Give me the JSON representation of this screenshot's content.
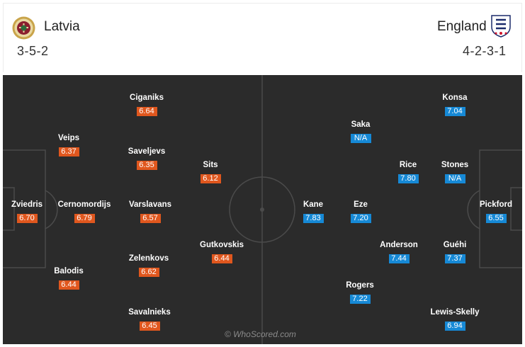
{
  "home": {
    "name": "Latvia",
    "formation": "3-5-2",
    "crest": "latvia-crest-icon"
  },
  "away": {
    "name": "England",
    "formation": "4-2-3-1",
    "crest": "england-crest-icon"
  },
  "colors": {
    "pitch": "#2b2b2b",
    "home_rating": "#e0571e",
    "away_rating": "#1689d6"
  },
  "players_home": [
    {
      "name": "Zviedris",
      "rating": "6.70"
    },
    {
      "name": "Veips",
      "rating": "6.37"
    },
    {
      "name": "Cernomordijs",
      "rating": "6.79"
    },
    {
      "name": "Balodis",
      "rating": "6.44"
    },
    {
      "name": "Ciganiks",
      "rating": "6.64"
    },
    {
      "name": "Saveljevs",
      "rating": "6.35"
    },
    {
      "name": "Varslavans",
      "rating": "6.57"
    },
    {
      "name": "Zelenkovs",
      "rating": "6.62"
    },
    {
      "name": "Savalnieks",
      "rating": "6.45"
    },
    {
      "name": "Sits",
      "rating": "6.12"
    },
    {
      "name": "Gutkovskis",
      "rating": "6.44"
    }
  ],
  "players_away": [
    {
      "name": "Pickford",
      "rating": "6.55"
    },
    {
      "name": "Konsa",
      "rating": "7.04"
    },
    {
      "name": "Stones",
      "rating": "N/A"
    },
    {
      "name": "Guéhi",
      "rating": "7.37"
    },
    {
      "name": "Lewis-Skelly",
      "rating": "6.94"
    },
    {
      "name": "Rice",
      "rating": "7.80"
    },
    {
      "name": "Anderson",
      "rating": "7.44"
    },
    {
      "name": "Saka",
      "rating": "N/A"
    },
    {
      "name": "Eze",
      "rating": "7.20"
    },
    {
      "name": "Rogers",
      "rating": "7.22"
    },
    {
      "name": "Kane",
      "rating": "7.83"
    }
  ],
  "watermark": "© WhoScored.com"
}
